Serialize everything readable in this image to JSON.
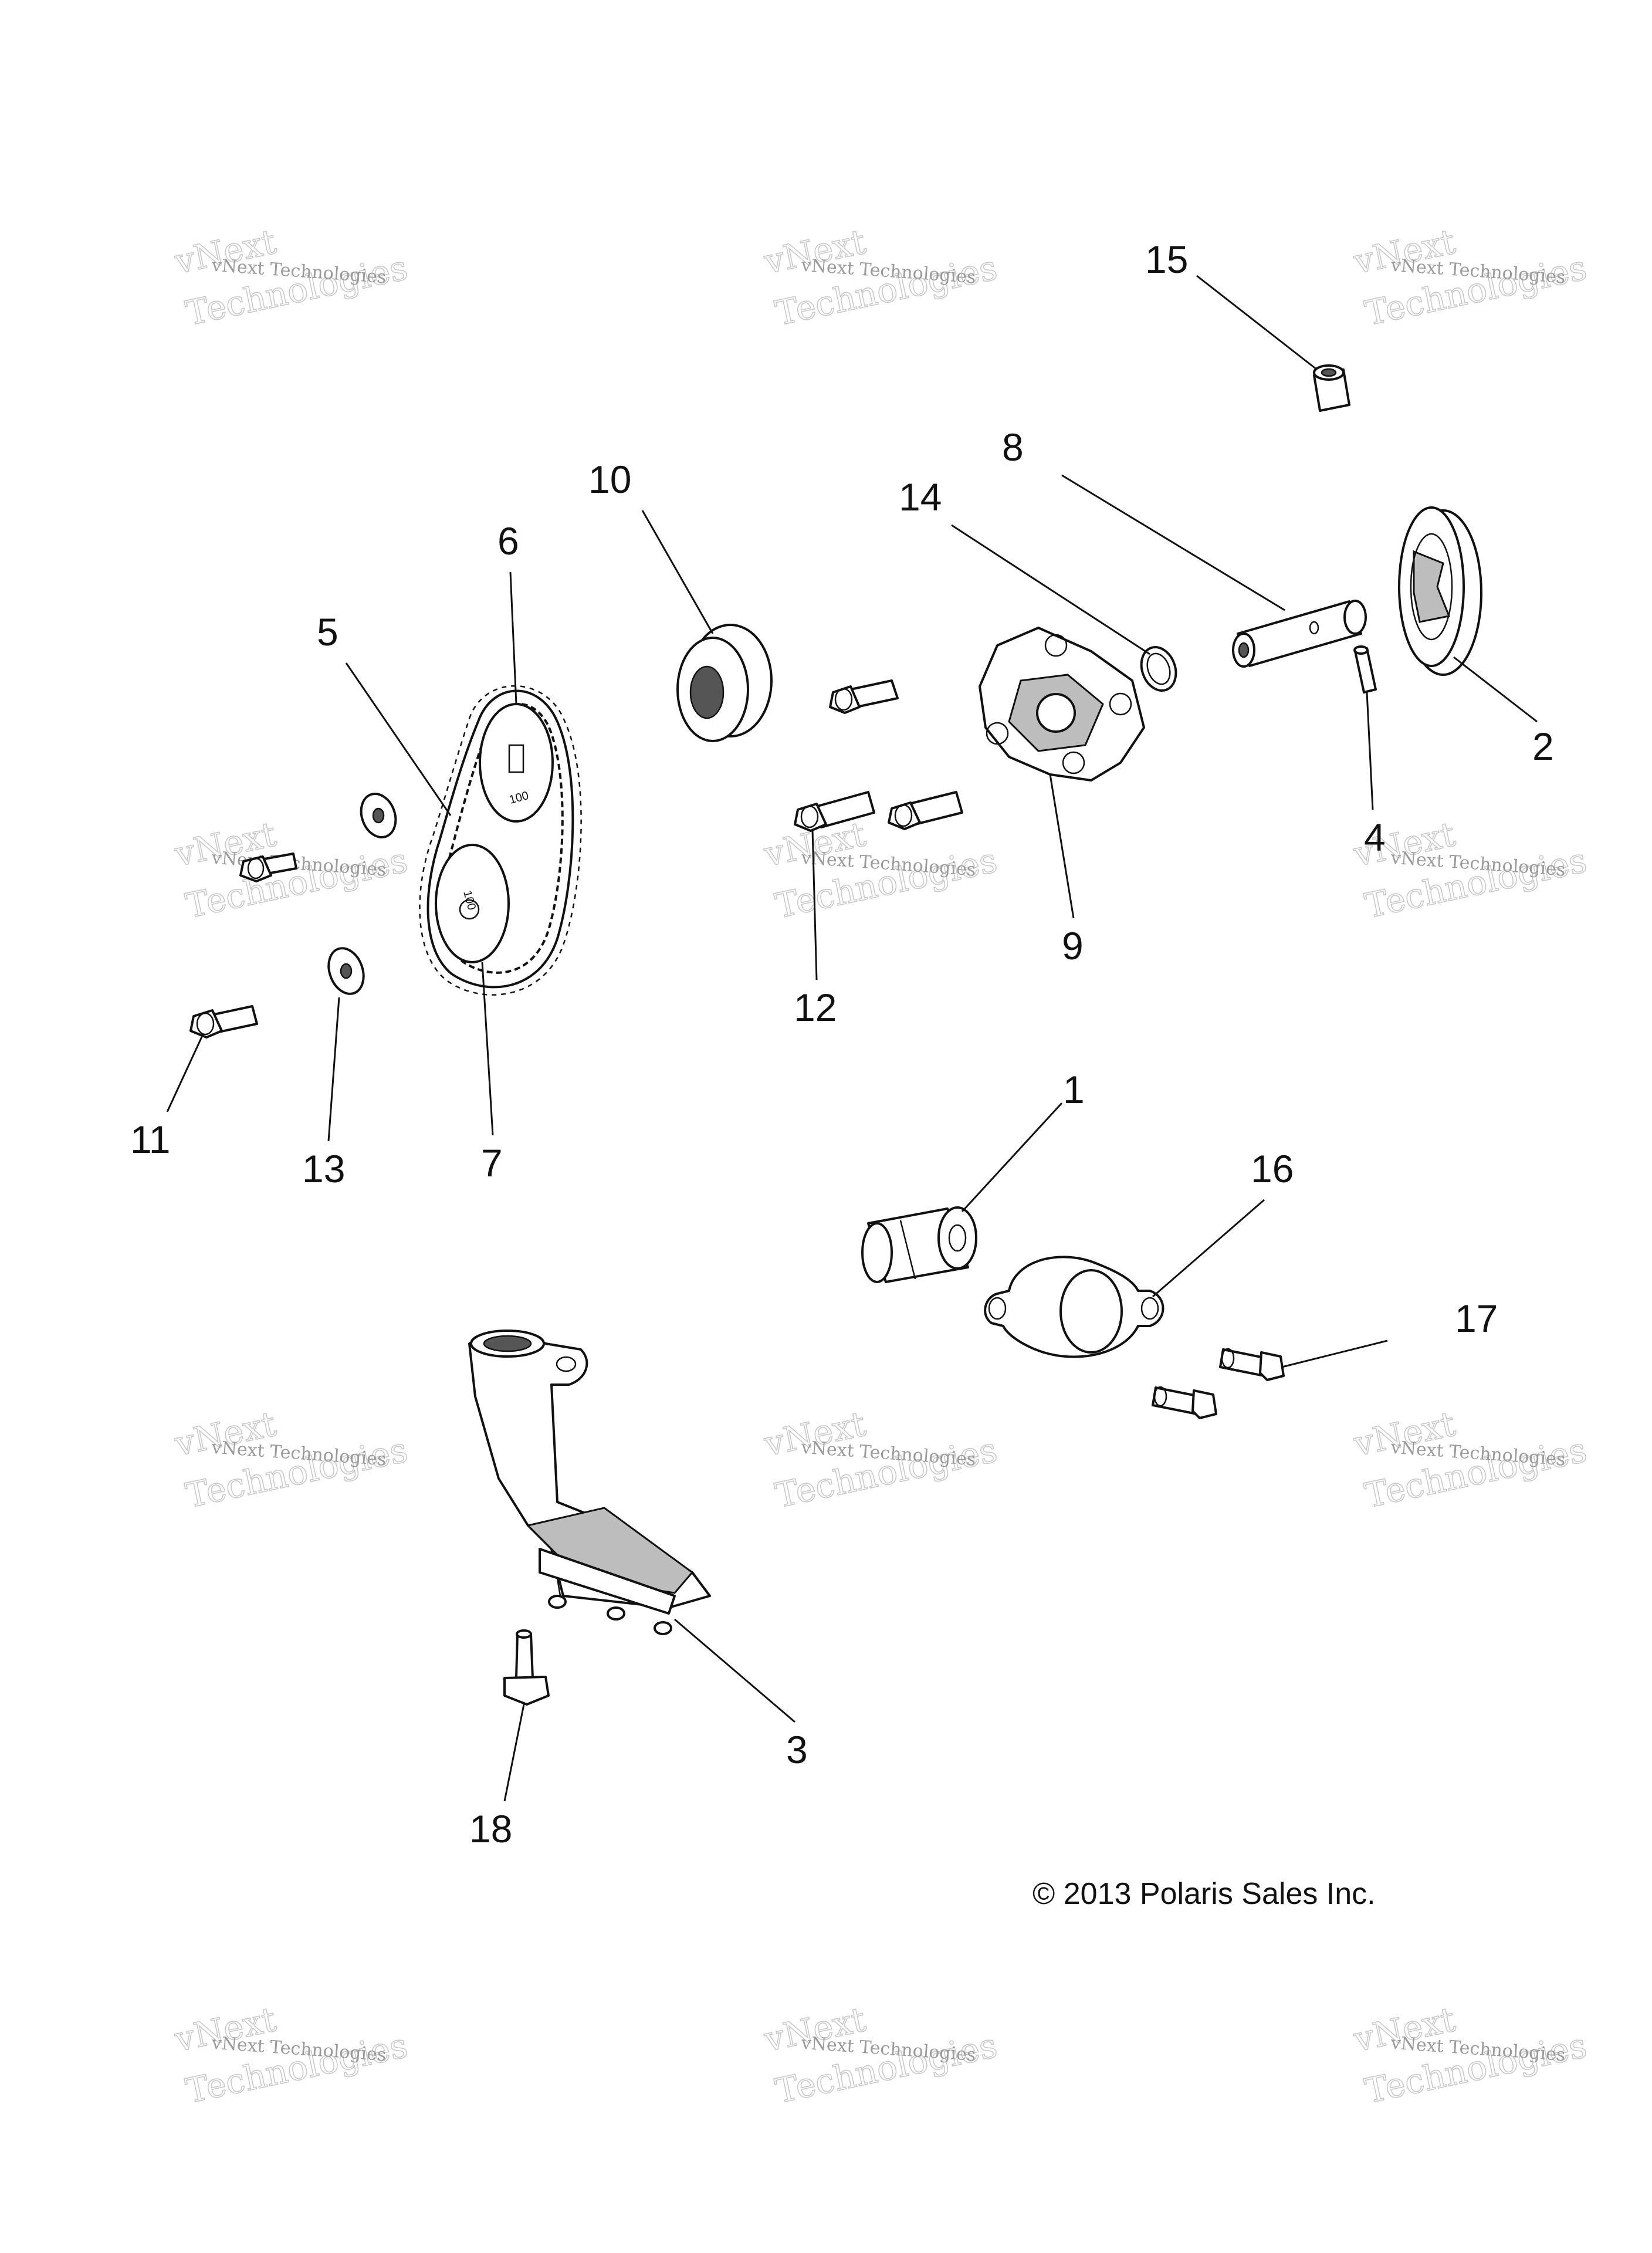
{
  "callouts": [
    "1",
    "2",
    "3",
    "4",
    "5",
    "6",
    "7",
    "8",
    "9",
    "10",
    "11",
    "12",
    "13",
    "14",
    "15",
    "16",
    "17",
    "18"
  ],
  "copyright": "© 2013 Polaris Sales Inc.",
  "watermark": {
    "line1": "vNext Technologies",
    "line2": "Technologies",
    "line3": "vNext"
  },
  "sprocket_markings": {
    "upper": "100",
    "lower": "100"
  }
}
